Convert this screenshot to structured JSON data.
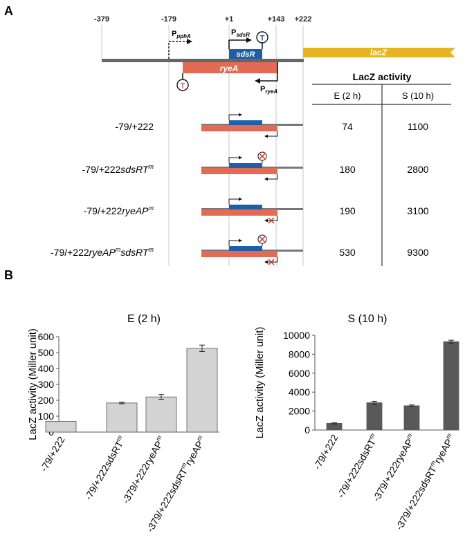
{
  "panel_a": {
    "label": "A",
    "coords": [
      "-379",
      "-179",
      "+1",
      "+143",
      "+222"
    ],
    "genes": {
      "lacz": "lacZ",
      "sdsr": "sdsR",
      "ryea": "ryeA"
    },
    "promoters": {
      "ppha": {
        "main": "P",
        "sub": "pphA"
      },
      "psdsr": {
        "main": "P",
        "sub": "sdsR"
      },
      "pryea": {
        "main": "P",
        "sub": "ryeA"
      }
    },
    "terminator": "T",
    "table": {
      "title": "LacZ activity",
      "col_e": "E (2 h)",
      "col_s": "S (10 h)"
    },
    "rows": [
      {
        "pre": "-79/+222",
        "italic": "",
        "sup1": "",
        "mid": "",
        "sup2": "",
        "e": "74",
        "s": "1100"
      },
      {
        "pre": "-79/+222",
        "italic": "sdsRT",
        "sup1": "m",
        "mid": "",
        "sup2": "",
        "e": "180",
        "s": "2800"
      },
      {
        "pre": "-79/+222",
        "italic": "ryeAP",
        "sup1": "m",
        "mid": "",
        "sup2": "",
        "e": "190",
        "s": "3100"
      },
      {
        "pre": "-79/+222",
        "italic": "ryeAP",
        "sup1": "m",
        "mid": "sdsRT",
        "sup2": "m",
        "e": "530",
        "s": "9300"
      }
    ]
  },
  "panel_b": {
    "label": "B",
    "tick_label_parts": [
      {
        "pre": "-79/+222",
        "italic": "",
        "sup1": "",
        "mid": "",
        "sup2": ""
      },
      {
        "pre": "-79/+222sdsRT",
        "italic": "",
        "sup1": "m",
        "mid": "",
        "sup2": ""
      },
      {
        "pre": "-379/+222ryeAP",
        "italic": "",
        "sup1": "m",
        "mid": "",
        "sup2": ""
      },
      {
        "pre": "-379/+222sdsRT",
        "italic": "",
        "sup1": "m",
        "mid": "ryeAP",
        "sup2": "m"
      }
    ]
  },
  "chart_data": [
    {
      "type": "bar",
      "title": "E (2 h)",
      "ylabel": "LacZ activity (Miller unit)",
      "categories": [
        "-79/+222",
        "-79/+222sdsRT^m",
        "-379/+222ryeAP^m",
        "-379/+222sdsRT^m ryeAP^m"
      ],
      "values": [
        68,
        183,
        221,
        527
      ],
      "errors": [
        0,
        5,
        15,
        20
      ],
      "ylim": [
        0,
        600
      ],
      "yticks": [
        0,
        100,
        200,
        300,
        400,
        500,
        600
      ],
      "color": "#d3d3d3"
    },
    {
      "type": "bar",
      "title": "S (10 h)",
      "ylabel": "LacZ activity (Miller unit)",
      "categories": [
        "-79/+222",
        "-79/+222sdsRT^m",
        "-379/+222ryeAP^m",
        "-379/+222sdsRT^m ryeAP^m"
      ],
      "values": [
        700,
        2880,
        2560,
        9330
      ],
      "errors": [
        60,
        150,
        90,
        150
      ],
      "ylim": [
        0,
        10000
      ],
      "yticks": [
        0,
        2000,
        4000,
        6000,
        8000,
        10000
      ],
      "color": "#595959"
    }
  ]
}
